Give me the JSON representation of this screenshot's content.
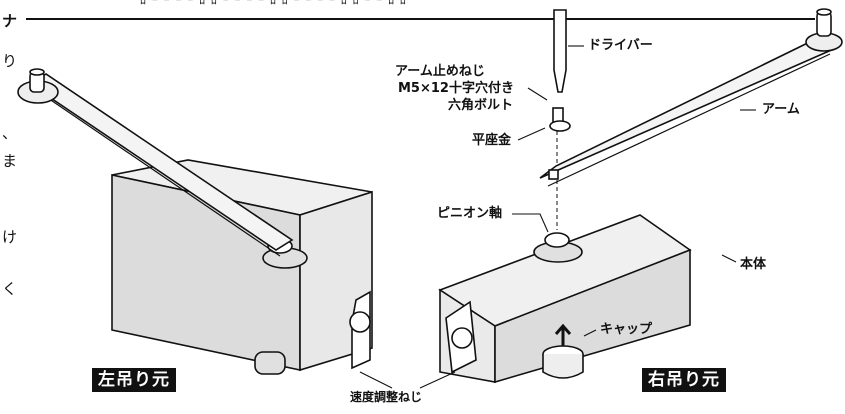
{
  "header": {
    "cut_text": "ﾛ ｰ ｰ ｰ ｰ ﾛ ﾛ ｰ ｰ ｰ ｰ ﾛ ﾛ ｰ ｰ ｰ ｰ ﾛ ﾛ ｰ ｰ ﾛ ﾛ"
  },
  "side_text": [
    "ナ",
    "り",
    "、",
    "ま",
    "け",
    "く"
  ],
  "labels": {
    "driver": "ドライバー",
    "arm_screw_1": "アーム止めねじ",
    "arm_screw_2": "M5×12十字穴付き",
    "arm_screw_3": "六角ボルト",
    "flat_washer": "平座金",
    "arm": "アーム",
    "pinion_shaft": "ピニオン軸",
    "body": "本体",
    "cap": "キャップ",
    "speed_screw": "速度調整ねじ"
  },
  "badges": {
    "left_hung": "左吊り元",
    "right_hung": "右吊り元"
  },
  "colors": {
    "ink": "#111111",
    "paper": "#ffffff",
    "shade": "#dedede"
  }
}
